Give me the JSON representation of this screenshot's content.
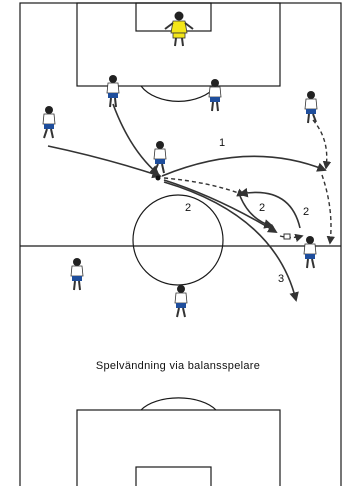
{
  "caption": "Spelvändning via balansspelare",
  "labels": {
    "one": "1",
    "two_center": "2",
    "two_mid": "2",
    "two_right": "2",
    "three": "3"
  },
  "colors": {
    "shirt": "#ffffff",
    "shorts": "#1f4e9c",
    "goalkeeper": "#f3e619",
    "lines": "#1a1a1a"
  }
}
